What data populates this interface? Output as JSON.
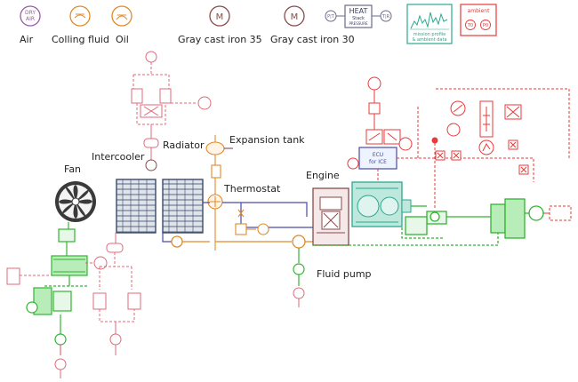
{
  "legend": {
    "air_badge": "DRY\nAIR",
    "air": "Air",
    "cooling_fluid": "Colling fluid",
    "oil": "Oil",
    "material_symbol": "M",
    "gray_cast_iron_35": "Gray cast iron 35",
    "gray_cast_iron_30": "Gray cast iron 30"
  },
  "heat_block": {
    "title": "HEAT",
    "subtitle": "Stack",
    "sub2": "PRESSURE",
    "left_port": "P|T",
    "right_port": "T|R"
  },
  "mission_profile": {
    "line1": "mission profile",
    "line2": "& ambient data"
  },
  "ambient": {
    "label": "ambient",
    "sym_temperature": "T0",
    "sym_pressure": "P0"
  },
  "components": {
    "fan": "Fan",
    "intercooler": "Intercooler",
    "radiator": "Radiator",
    "expansion_tank": "Expansion tank",
    "thermostat": "Thermostat",
    "engine": "Engine",
    "fluid_pump": "Fluid pump",
    "ecu": "ECU\nfor ICE"
  },
  "colors": {
    "air": "#e06a7a",
    "coolant": "#e08a2a",
    "oil": "#e08a2a",
    "iron": "#8a4a4a",
    "signal": "#e83a3a",
    "mechanical": "#32b432",
    "water_line": "#4a4aa8",
    "teal": "#2aa890"
  }
}
